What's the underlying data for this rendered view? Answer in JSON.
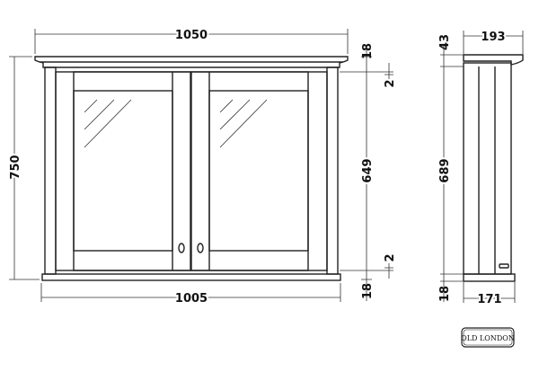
{
  "front": {
    "width_top": "1050",
    "width_body": "1005",
    "height": "750",
    "cornice": "18",
    "door_height": "649",
    "plinth": "18",
    "gap_top": "2",
    "gap_bottom": "2"
  },
  "side": {
    "depth_top": "193",
    "depth_body": "171",
    "cornice": "43",
    "body_height": "689",
    "plinth": "18"
  },
  "logo": "OLD LONDON"
}
